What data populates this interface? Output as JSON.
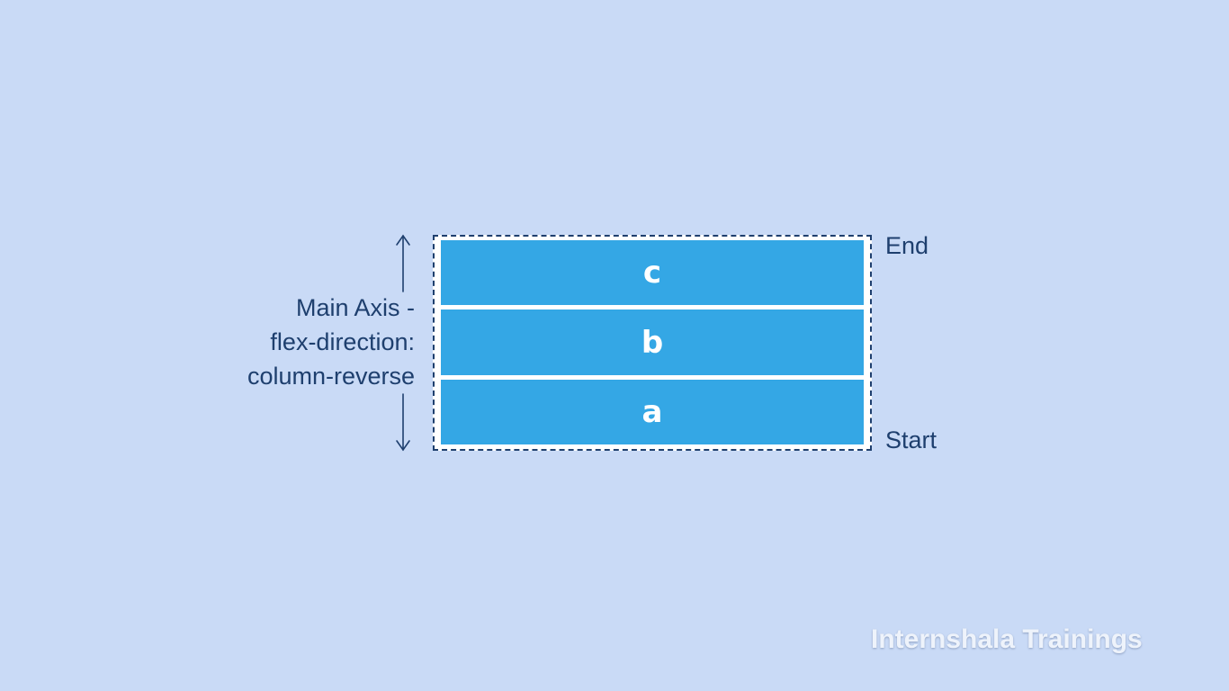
{
  "diagram": {
    "axis_label_lines": [
      "Main Axis -",
      "flex-direction:",
      "column-reverse"
    ],
    "items_dom_order": [
      "a",
      "b",
      "c"
    ],
    "end_label": "End",
    "start_label": "Start",
    "arrow_icons": [
      "arrow-up-icon",
      "arrow-down-icon"
    ]
  },
  "branding": {
    "watermark": "Internshala Trainings"
  },
  "colors": {
    "background": "#c9daf6",
    "item_fill": "#34a7e5",
    "text_dark": "#1e3f6e",
    "item_text": "#ffffff"
  }
}
